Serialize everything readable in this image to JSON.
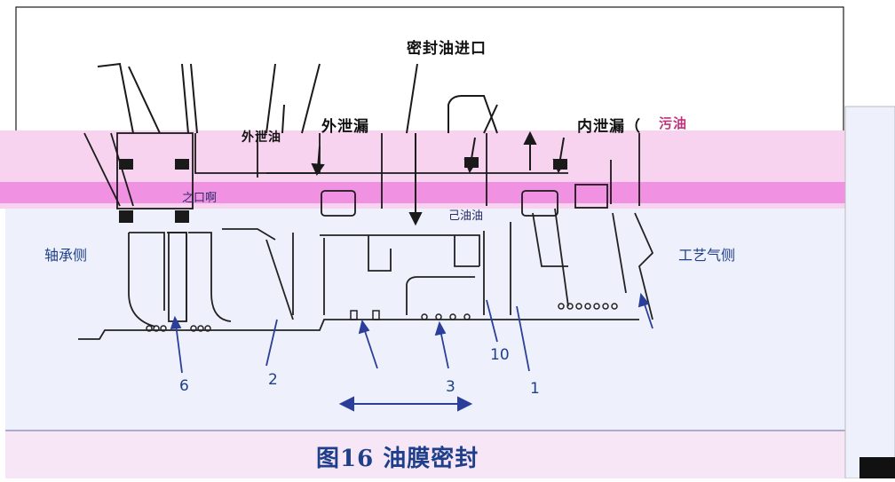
{
  "labels": {
    "seal_oil_inlet": "密封油进口",
    "outer_leak": "外泄漏",
    "outer_leak_partial": "外泄油",
    "inner_leak": "内泄漏（",
    "inner_leak_tail": "污油",
    "bearing_side": "轴承侧",
    "process_gas_side": "工艺气侧",
    "glitch_left": "之口啊",
    "glitch_mid": "己油油"
  },
  "part_numbers": {
    "n6": "6",
    "n2": "2",
    "n3": "3",
    "n10": "10",
    "n1": "1"
  },
  "caption": "图16 油膜密封",
  "colors": {
    "band_pink": "#f6c8ef",
    "band_magenta": "#ee66dd",
    "bg_light": "#eef1fb",
    "line_dark": "#1a1a1a",
    "label_blue": "#1f3f8a",
    "arrow_blue": "#2b3e9a"
  }
}
